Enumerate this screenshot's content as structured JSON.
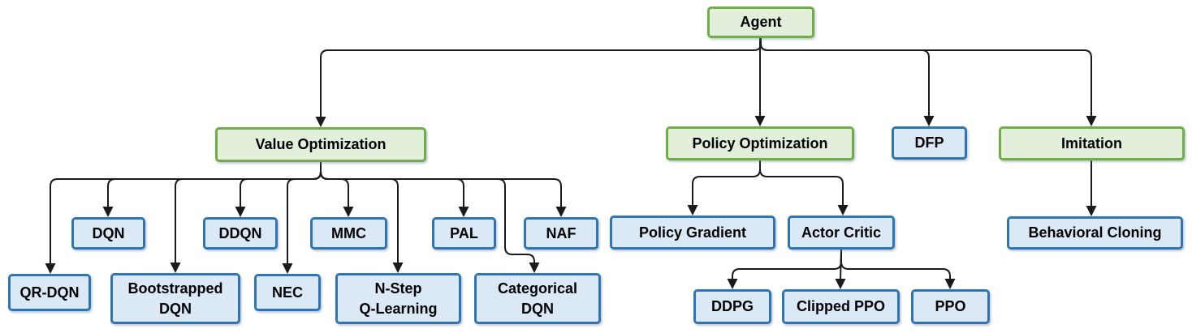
{
  "diagram": {
    "type": "tree",
    "title": "Reinforcement learning agent algorithm hierarchy",
    "colors": {
      "green_fill": "#e2efda",
      "green_border": "#70ad47",
      "blue_fill": "#dbe9f7",
      "blue_border": "#2e75b6",
      "line": "#1a1a1a",
      "text": "#000000",
      "background": "#ffffff"
    },
    "nodes": {
      "agent": {
        "label": "Agent",
        "style": "green"
      },
      "value_optimization": {
        "label": "Value Optimization",
        "style": "green"
      },
      "policy_optimization": {
        "label": "Policy Optimization",
        "style": "green"
      },
      "dfp": {
        "label": "DFP",
        "style": "blue"
      },
      "imitation": {
        "label": "Imitation",
        "style": "green"
      },
      "dqn": {
        "label": "DQN",
        "style": "blue"
      },
      "ddqn": {
        "label": "DDQN",
        "style": "blue"
      },
      "mmc": {
        "label": "MMC",
        "style": "blue"
      },
      "pal": {
        "label": "PAL",
        "style": "blue"
      },
      "naf": {
        "label": "NAF",
        "style": "blue"
      },
      "qr_dqn": {
        "label": "QR-DQN",
        "style": "blue"
      },
      "bootstrapped_dqn": {
        "label": "Bootstrapped\nDQN",
        "style": "blue"
      },
      "nec": {
        "label": "NEC",
        "style": "blue"
      },
      "n_step_q_learning": {
        "label": "N-Step\nQ-Learning",
        "style": "blue"
      },
      "categorical_dqn": {
        "label": "Categorical\nDQN",
        "style": "blue"
      },
      "policy_gradient": {
        "label": "Policy Gradient",
        "style": "blue"
      },
      "actor_critic": {
        "label": "Actor Critic",
        "style": "blue"
      },
      "behavioral_cloning": {
        "label": "Behavioral Cloning",
        "style": "blue"
      },
      "ddpg": {
        "label": "DDPG",
        "style": "blue"
      },
      "clipped_ppo": {
        "label": "Clipped PPO",
        "style": "blue"
      },
      "ppo": {
        "label": "PPO",
        "style": "blue"
      }
    },
    "edges": [
      {
        "from": "agent",
        "to": "value_optimization"
      },
      {
        "from": "agent",
        "to": "policy_optimization"
      },
      {
        "from": "agent",
        "to": "dfp"
      },
      {
        "from": "agent",
        "to": "imitation"
      },
      {
        "from": "value_optimization",
        "to": "qr_dqn"
      },
      {
        "from": "value_optimization",
        "to": "dqn"
      },
      {
        "from": "value_optimization",
        "to": "bootstrapped_dqn"
      },
      {
        "from": "value_optimization",
        "to": "ddqn"
      },
      {
        "from": "value_optimization",
        "to": "nec"
      },
      {
        "from": "value_optimization",
        "to": "mmc"
      },
      {
        "from": "value_optimization",
        "to": "n_step_q_learning"
      },
      {
        "from": "value_optimization",
        "to": "pal"
      },
      {
        "from": "value_optimization",
        "to": "categorical_dqn"
      },
      {
        "from": "value_optimization",
        "to": "naf"
      },
      {
        "from": "policy_optimization",
        "to": "policy_gradient"
      },
      {
        "from": "policy_optimization",
        "to": "actor_critic"
      },
      {
        "from": "imitation",
        "to": "behavioral_cloning"
      },
      {
        "from": "actor_critic",
        "to": "ddpg"
      },
      {
        "from": "actor_critic",
        "to": "clipped_ppo"
      },
      {
        "from": "actor_critic",
        "to": "ppo"
      }
    ]
  }
}
